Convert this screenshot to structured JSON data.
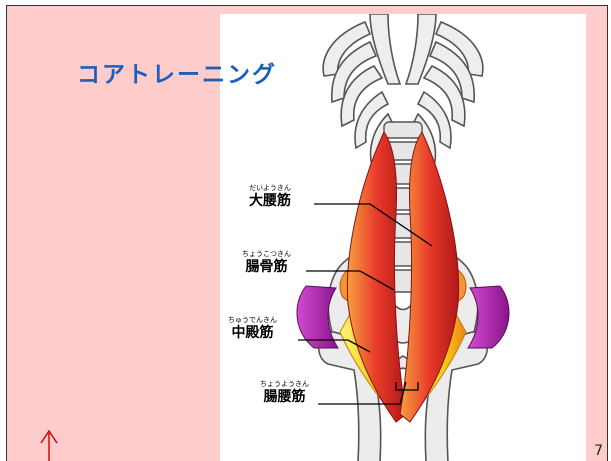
{
  "slide": {
    "title": "コアトレーニング",
    "page_number": "7",
    "labels": [
      {
        "ruby": "だいようきん",
        "name": "大腰筋"
      },
      {
        "ruby": "ちょうこつきん",
        "name": "腸骨筋"
      },
      {
        "ruby": "ちゅうでんきん",
        "name": "中殿筋"
      },
      {
        "ruby": "ちょうようきん",
        "name": "腸腰筋"
      }
    ]
  },
  "colors": {
    "background": "#ffcccc",
    "title": "#1f5fb8",
    "psoas": "#e0302a",
    "iliacus": "#f08a30",
    "gluteus_medius": "#b02ab0",
    "iliopsoas": "#f5e020",
    "pointer": "#cc0000"
  },
  "icons": {
    "pointer": "arrow-up-icon"
  }
}
